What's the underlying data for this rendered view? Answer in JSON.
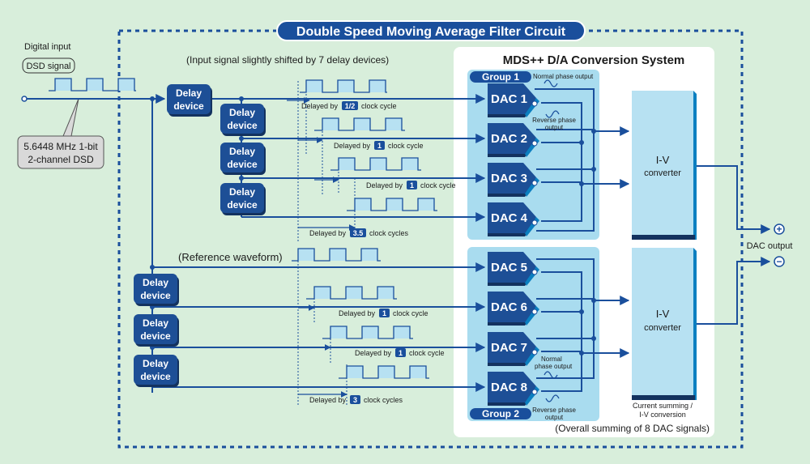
{
  "title": "Double Speed Moving Average Filter Circuit",
  "input": {
    "label": "Digital input",
    "signal": "DSD signal",
    "spec_line1": "5.6448 MHz 1-bit",
    "spec_line2": "2-channel DSD"
  },
  "shift_note": "(Input signal slightly shifted by 7 delay devices)",
  "reference": "(Reference waveform)",
  "delay_device": {
    "line1": "Delay",
    "line2": "device"
  },
  "delays": [
    {
      "prefix": "Delayed by",
      "value": "1/2",
      "suffix": "clock cycle"
    },
    {
      "prefix": "Delayed by",
      "value": "1",
      "suffix": "clock cycle"
    },
    {
      "prefix": "Delayed by",
      "value": "1",
      "suffix": "clock cycle"
    },
    {
      "prefix": "Delayed by",
      "value": "3.5",
      "suffix": "clock cycles"
    },
    {
      "prefix": "Delayed by",
      "value": "1",
      "suffix": "clock cycle"
    },
    {
      "prefix": "Delayed by",
      "value": "1",
      "suffix": "clock cycle"
    },
    {
      "prefix": "Delayed by",
      "value": "3",
      "suffix": "clock cycles"
    }
  ],
  "mds": {
    "title": "MDS++ D/A Conversion System",
    "group1": "Group 1",
    "group2": "Group 2",
    "dacs": [
      "DAC 1",
      "DAC 2",
      "DAC 3",
      "DAC 4",
      "DAC 5",
      "DAC 6",
      "DAC 7",
      "DAC 8"
    ],
    "normal_phase_a": "Normal phase output",
    "reverse_phase_a1": "Reverse phase",
    "reverse_phase_a2": "output",
    "normal_phase_b1": "Normal",
    "normal_phase_b2": "phase output",
    "reverse_phase_b1": "Reverse phase",
    "reverse_phase_b2": "output",
    "iv_line1": "I-V",
    "iv_line2": "converter",
    "summing_line1": "Current summing /",
    "summing_line2": "I-V conversion",
    "overall": "(Overall summing of 8 DAC signals)"
  },
  "output": {
    "label": "DAC output",
    "plus": "+",
    "minus": "−"
  },
  "colors": {
    "background": "#d8eedb",
    "primary": "#1a4f9c",
    "dac": "#1d4f96",
    "group_panel": "#a9dcef",
    "wave_fill": "#b7e1f2"
  }
}
